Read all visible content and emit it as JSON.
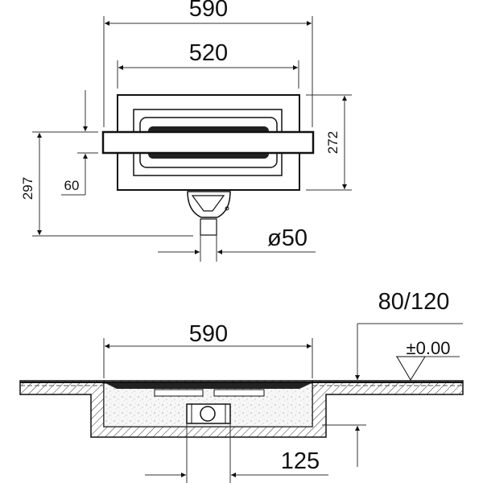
{
  "drawing": {
    "colors": {
      "ink": "#111111",
      "hatch": "#333333",
      "fill_screed": "#f2f2f2"
    },
    "plan_view": {
      "dim_overall_width": "590",
      "dim_inner_width": "520",
      "dim_depth": "272",
      "dim_total_depth": "297",
      "dim_grate_width": "60",
      "dim_outlet_diameter": "ø50"
    },
    "section_view": {
      "dim_width": "590",
      "dim_build_height": "80/120",
      "dim_level": "±0.00",
      "dim_outlet_offset": "125"
    }
  }
}
